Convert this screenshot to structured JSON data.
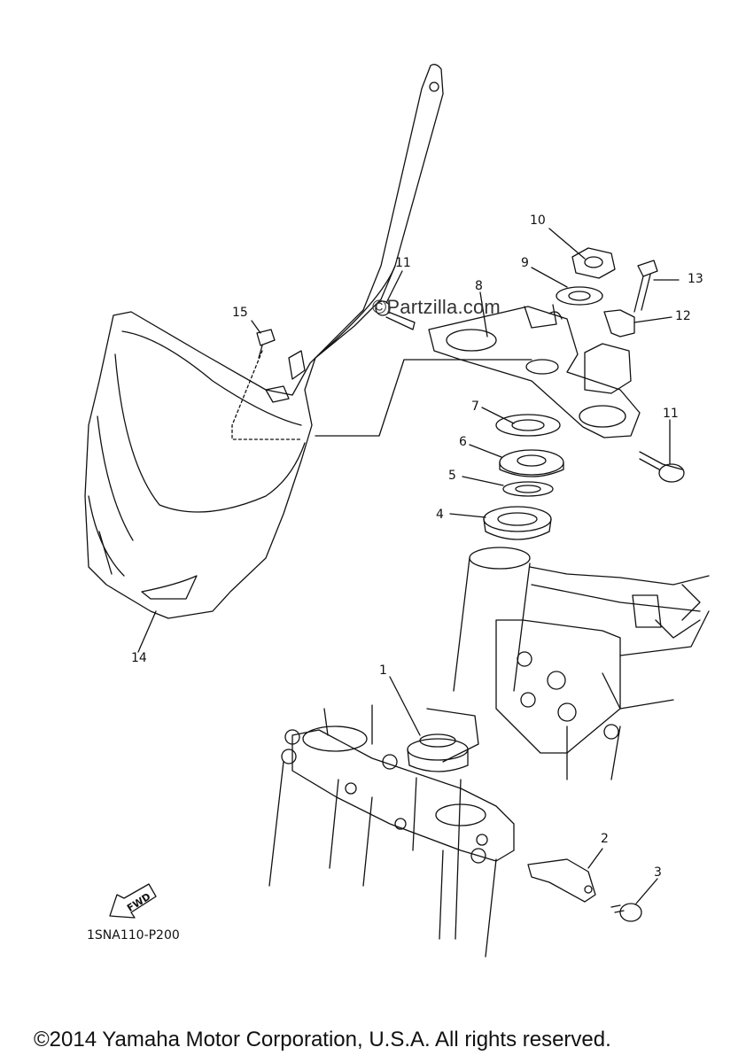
{
  "watermark": "©Partzilla.com",
  "diagram_code": "1SNA110-P200",
  "copyright": "©2014 Yamaha Motor Corporation, U.S.A. All rights reserved.",
  "fwd_arrow_label": "FWD",
  "callouts": [
    {
      "id": "1",
      "label": "1"
    },
    {
      "id": "2",
      "label": "2"
    },
    {
      "id": "3",
      "label": "3"
    },
    {
      "id": "4",
      "label": "4"
    },
    {
      "id": "5",
      "label": "5"
    },
    {
      "id": "6",
      "label": "6"
    },
    {
      "id": "7",
      "label": "7"
    },
    {
      "id": "8",
      "label": "8"
    },
    {
      "id": "9",
      "label": "9"
    },
    {
      "id": "10",
      "label": "10"
    },
    {
      "id": "11a",
      "label": "11"
    },
    {
      "id": "11b",
      "label": "11"
    },
    {
      "id": "12",
      "label": "12"
    },
    {
      "id": "13",
      "label": "13"
    },
    {
      "id": "14",
      "label": "14"
    },
    {
      "id": "15",
      "label": "15"
    }
  ]
}
